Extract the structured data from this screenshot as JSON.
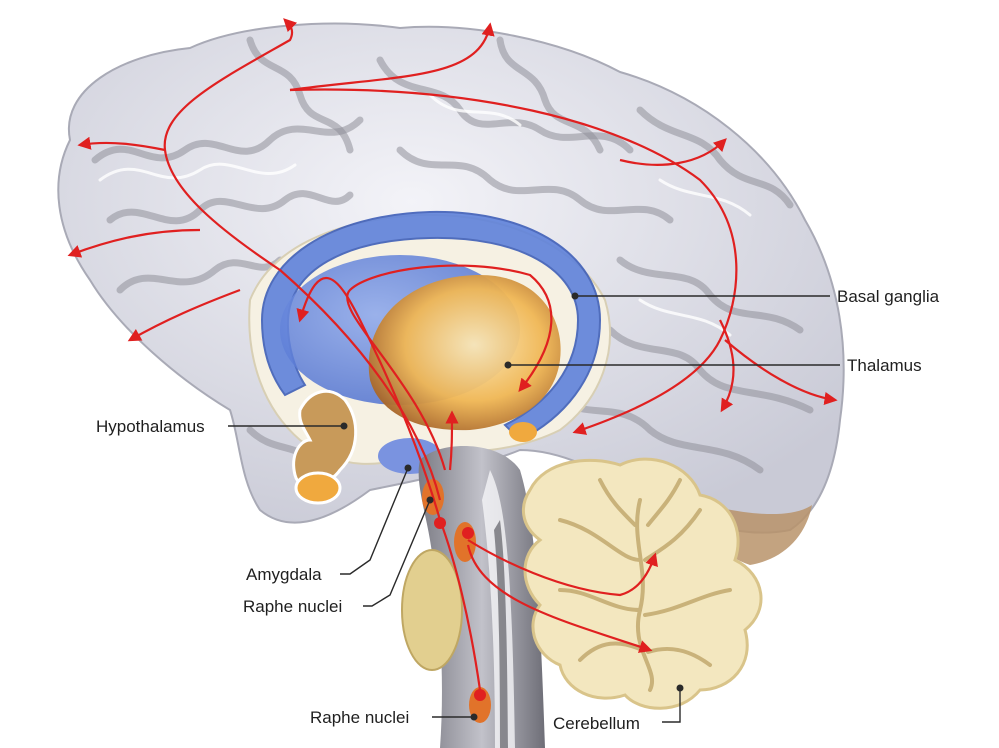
{
  "labels": {
    "basal_ganglia": "Basal ganglia",
    "thalamus": "Thalamus",
    "hypothalamus": "Hypothalamus",
    "amygdala": "Amygdala",
    "raphe_nuclei_upper": "Raphe nuclei",
    "raphe_nuclei_lower": "Raphe nuclei",
    "cerebellum": "Cerebellum"
  },
  "colors": {
    "cortex": "#dcdde6",
    "sulci": "#8f8f99",
    "corpus": "#5b7fd8",
    "thalamus": "#e8a94a",
    "arrows": "#e02020",
    "brainstem": "#9a9aa3",
    "cerebellum": "#f3e7bf"
  }
}
